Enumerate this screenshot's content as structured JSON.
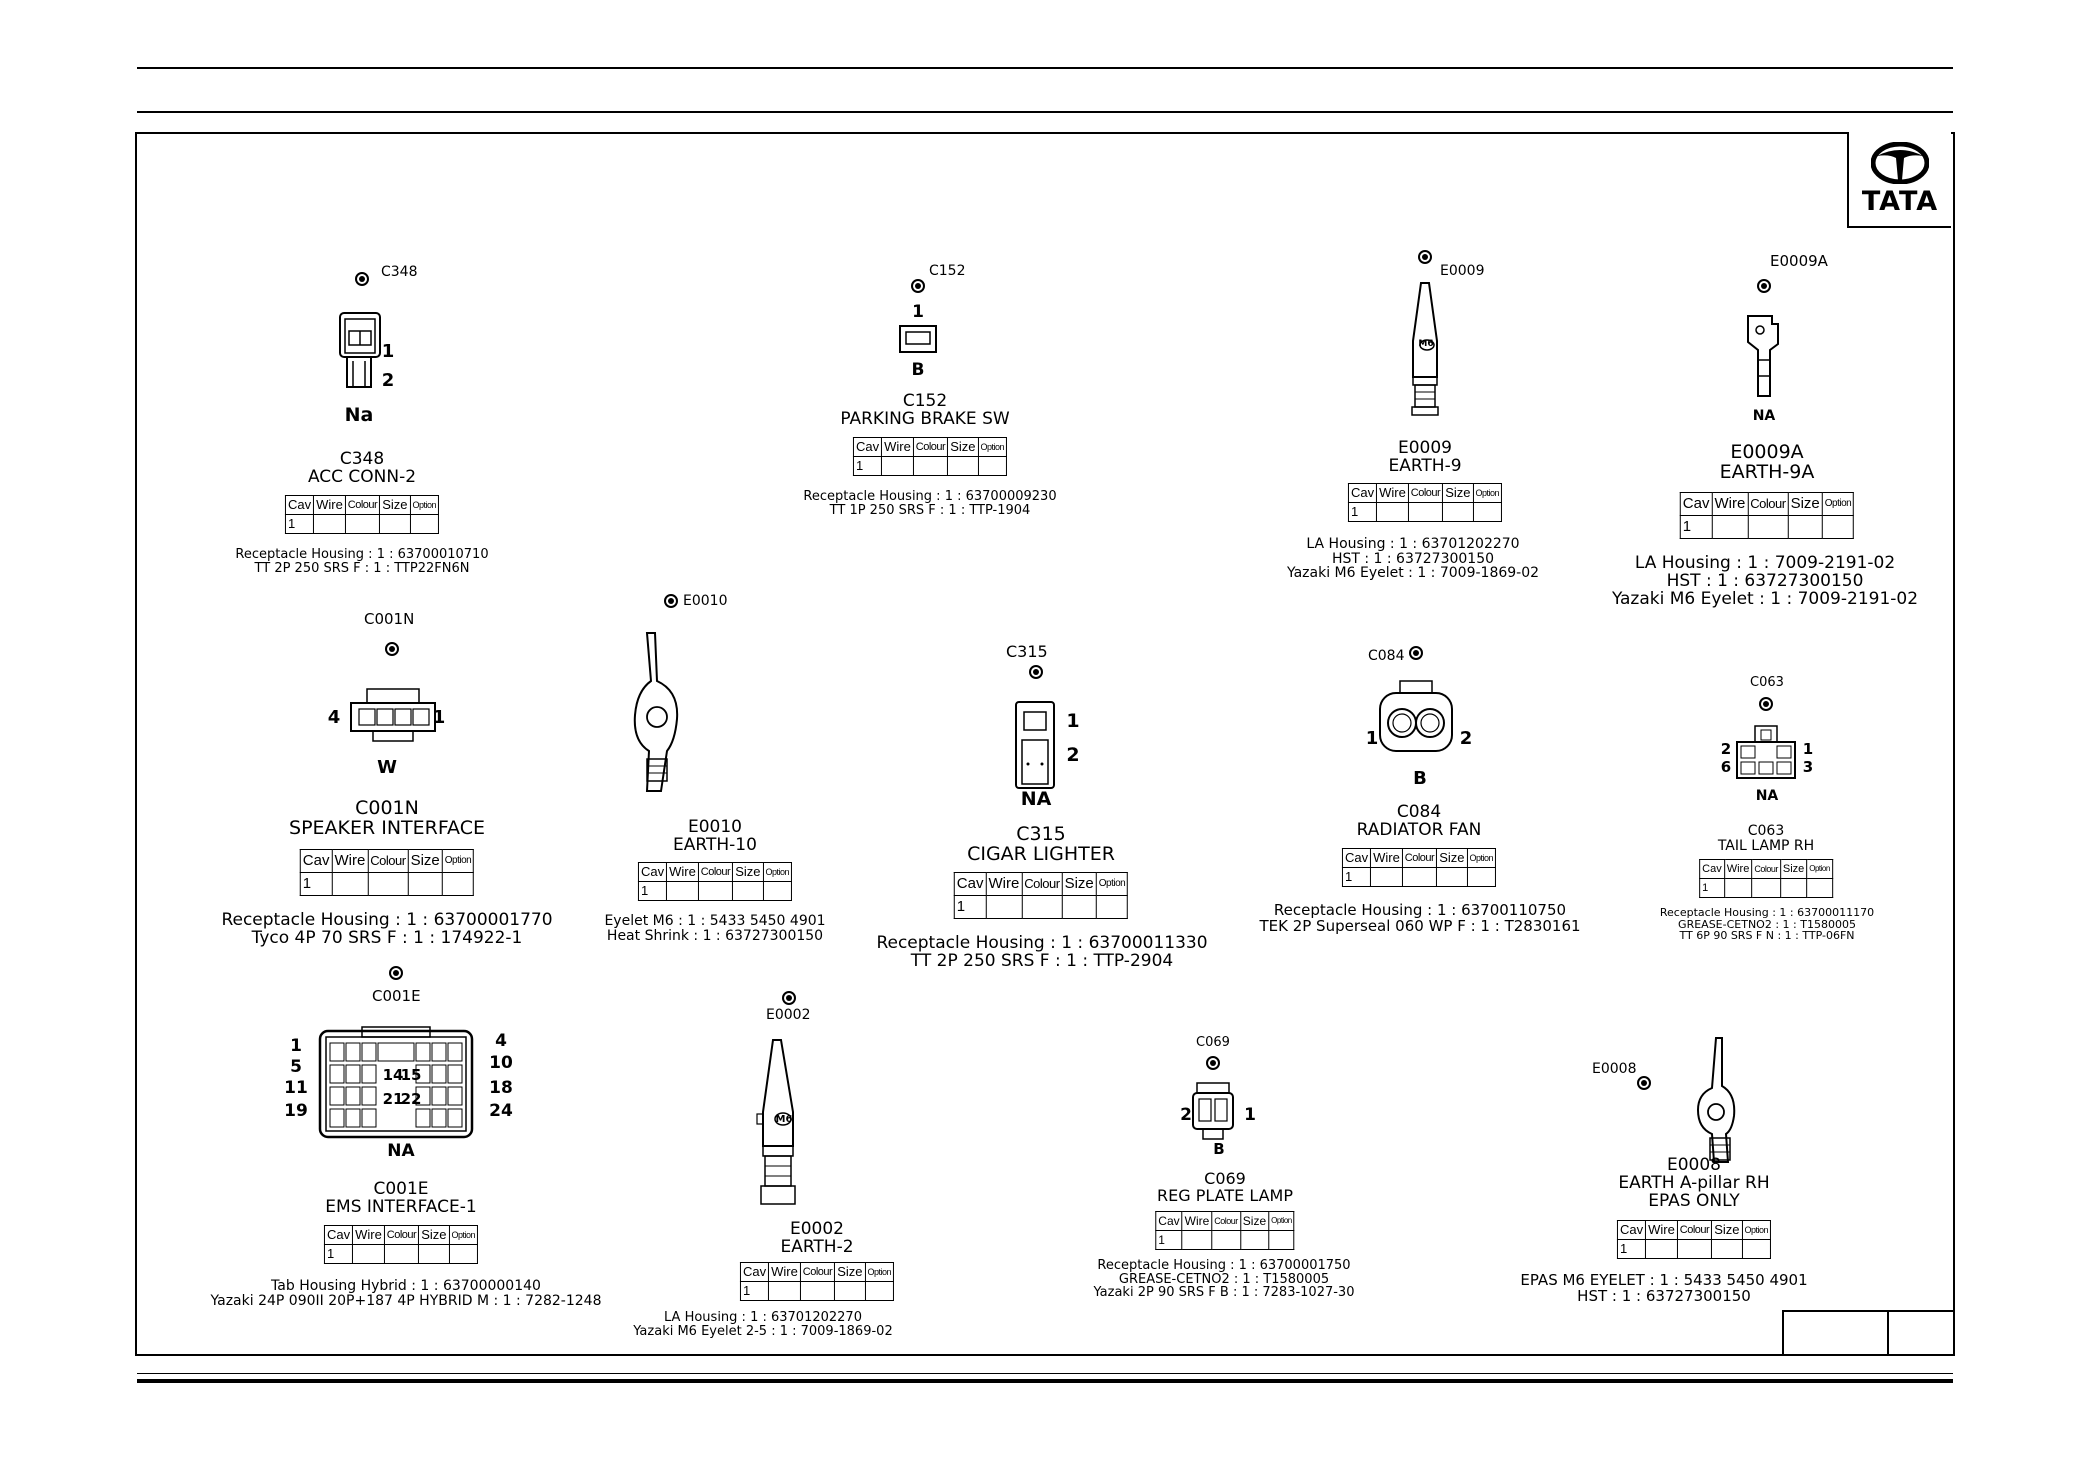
{
  "brand": {
    "logo_text": "TATA"
  },
  "table_headers": [
    "Cav",
    "Wire",
    "Colour",
    "Size",
    "Option"
  ],
  "connectors": [
    {
      "id": "C348",
      "title": "C348",
      "name": "ACC CONN-2",
      "pins": [
        "1",
        "2"
      ],
      "code": "Na",
      "cav": "1",
      "parts": [
        "Receptacle Housing : 1 : 63700010710",
        "TT 2P 250 SRS F : 1 : TTP22FN6N"
      ]
    },
    {
      "id": "C152",
      "title": "C152",
      "name": "PARKING BRAKE SW",
      "pins": [
        "1"
      ],
      "code": "B",
      "cav": "1",
      "parts": [
        "Receptacle Housing : 1 : 63700009230",
        "TT 1P 250 SRS F : 1 : TTP-1904"
      ]
    },
    {
      "id": "E0009",
      "title": "E0009",
      "name": "EARTH-9",
      "pins": [],
      "code": "",
      "cav": "1",
      "parts": [
        "LA Housing : 1 : 63701202270",
        "HST : 1 : 63727300150",
        "Yazaki M6 Eyelet : 1 : 7009-1869-02"
      ]
    },
    {
      "id": "E0009A",
      "title": "E0009A",
      "name": "EARTH-9A",
      "pins": [],
      "code": "NA",
      "cav": "1",
      "parts": [
        "LA Housing : 1 : 7009-2191-02",
        "HST : 1 : 63727300150",
        "Yazaki M6 Eyelet : 1 : 7009-2191-02"
      ]
    },
    {
      "id": "C001N",
      "title": "C001N",
      "name": "SPEAKER INTERFACE",
      "pins": [
        "4",
        "1"
      ],
      "code": "W",
      "cav": "1",
      "parts": [
        "Receptacle Housing : 1 : 63700001770",
        "Tyco 4P 70 SRS F : 1 : 174922-1"
      ]
    },
    {
      "id": "E0010",
      "title": "E0010",
      "name": "EARTH-10",
      "pins": [],
      "code": "",
      "cav": "1",
      "parts": [
        "Eyelet M6 : 1 : 5433 5450 4901",
        "Heat Shrink : 1 : 63727300150"
      ]
    },
    {
      "id": "C315",
      "title": "C315",
      "name": "CIGAR LIGHTER",
      "pins": [
        "1",
        "2"
      ],
      "code": "NA",
      "cav": "1",
      "parts": [
        "Receptacle Housing : 1 : 63700011330",
        "TT 2P 250 SRS F : 1 : TTP-2904"
      ]
    },
    {
      "id": "C084",
      "title": "C084",
      "name": "RADIATOR FAN",
      "pins": [
        "1",
        "2"
      ],
      "code": "B",
      "cav": "1",
      "parts": [
        "Receptacle Housing : 1 : 63700110750",
        "TEK 2P Superseal 060 WP F : 1 : T2830161"
      ]
    },
    {
      "id": "C063",
      "title": "C063",
      "name": "TAIL LAMP RH",
      "pins": [
        "2",
        "1",
        "6",
        "3"
      ],
      "code": "NA",
      "cav": "1",
      "parts": [
        "Receptacle Housing : 1 : 63700011170",
        "GREASE-CETNO2 : 1 : T1580005",
        "TT 6P 90 SRS F N : 1 : TTP-06FN"
      ]
    },
    {
      "id": "C001E",
      "title": "C001E",
      "name": "EMS INTERFACE-1",
      "pins": [
        "1",
        "5",
        "11",
        "19",
        "4",
        "10",
        "18",
        "24",
        "14",
        "15",
        "21",
        "22"
      ],
      "code": "NA",
      "cav": "1",
      "parts": [
        "Tab Housing Hybrid : 1 : 63700000140",
        "Yazaki 24P 090II 20P+187 4P HYBRID M : 1 : 7282-1248"
      ]
    },
    {
      "id": "E0002",
      "title": "E0002",
      "name": "EARTH-2",
      "pins": [],
      "code": "",
      "cav": "1",
      "parts": [
        "LA Housing : 1 : 63701202270",
        "Yazaki M6 Eyelet 2-5 : 1 : 7009-1869-02"
      ]
    },
    {
      "id": "C069",
      "title": "C069",
      "name": "REG PLATE LAMP",
      "pins": [
        "2",
        "1"
      ],
      "code": "B",
      "cav": "1",
      "parts": [
        "Receptacle Housing : 1 : 63700001750",
        "GREASE-CETNO2 : 1 : T1580005",
        "Yazaki 2P 90 SRS F B : 1 : 7283-1027-30"
      ]
    },
    {
      "id": "E0008",
      "title": "E0008",
      "name": "EARTH A-pillar RH",
      "name2": "EPAS ONLY",
      "pins": [],
      "code": "",
      "cav": "1",
      "parts": [
        "EPAS M6 EYELET : 1 : 5433 5450 4901",
        "HST : 1 : 63727300150"
      ]
    }
  ],
  "eyelet_label": "M6"
}
